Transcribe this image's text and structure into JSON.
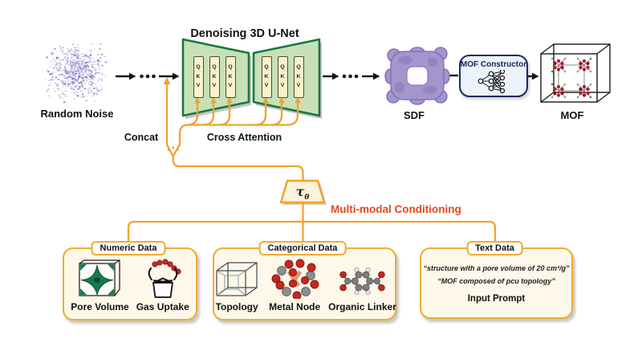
{
  "pipeline": {
    "random_noise_label": "Random Noise",
    "unet_title": "Denoising 3D U-Net",
    "qkv": [
      "Q",
      "K",
      "V"
    ],
    "concat_label": "Concat",
    "cross_attention_label": "Cross Attention",
    "sdf_label": "SDF",
    "mof_constructor_label": "MOF Constructor",
    "mof_label": "MOF"
  },
  "conditioning": {
    "encoder_symbol": "τ",
    "encoder_subscript": "θ",
    "title": "Multi-modal Conditioning"
  },
  "data_boxes": {
    "numeric": {
      "label": "Numeric Data",
      "items": [
        {
          "label": "Pore Volume",
          "icon": "pore-volume-icon"
        },
        {
          "label": "Gas Uptake",
          "icon": "gas-uptake-icon"
        }
      ]
    },
    "categorical": {
      "label": "Categorical Data",
      "items": [
        {
          "label": "Topology",
          "icon": "topology-icon"
        },
        {
          "label": "Metal Node",
          "icon": "metal-node-icon"
        },
        {
          "label": "Organic Linker",
          "icon": "organic-linker-icon"
        }
      ]
    },
    "text": {
      "label": "Text Data",
      "quote1": "“structure with a pore volume of 20 cm³/g”",
      "quote2": "“MOF composed of pcu topology”",
      "caption": "Input Prompt"
    }
  },
  "colors": {
    "orange_line": "#F2A230",
    "box_border": "#F0AC2F",
    "conditioning_title": "#E5491D",
    "unet_fill": "#C8E0B8",
    "unet_border": "#157A3E",
    "qkv_fill": "#F6F2CA",
    "constructor_border": "#1B2B5E",
    "constructor_fill": "#ECF3FA",
    "sdf_purple": "#A495CD",
    "noise_purple": "#8F7EC2"
  }
}
